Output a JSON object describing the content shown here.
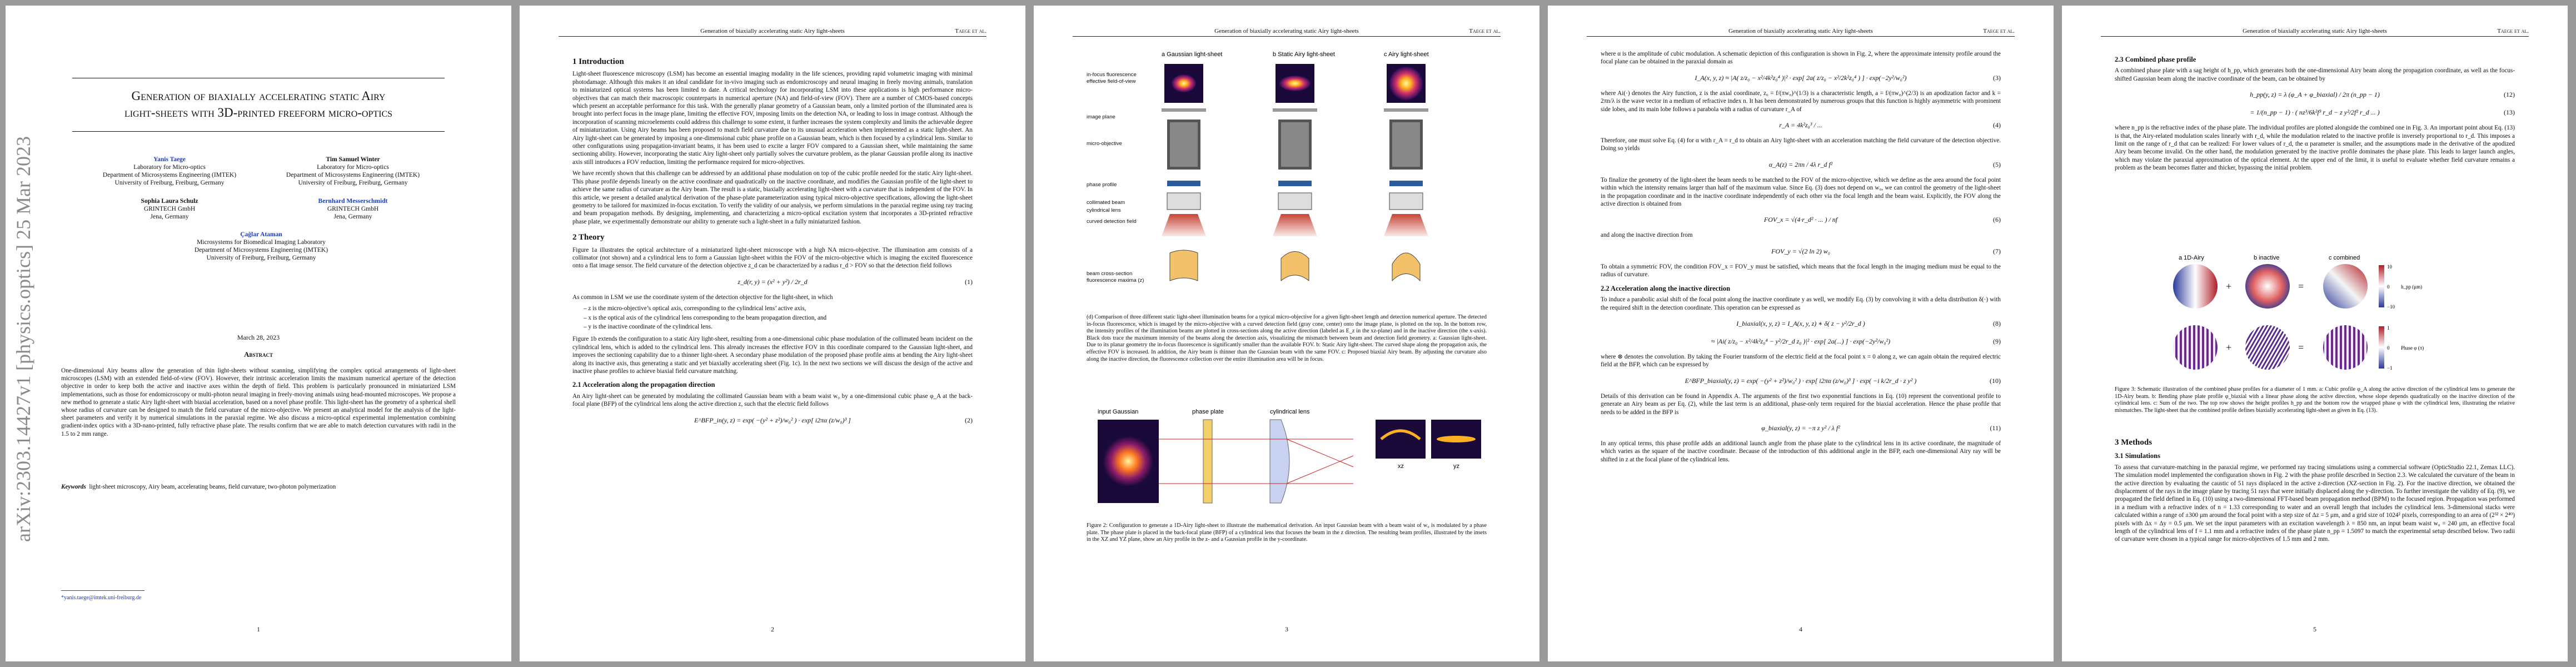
{
  "running_head": {
    "title": "Generation of biaxially accelerating static Airy light-sheets",
    "authors": "Taege et al."
  },
  "page1": {
    "arxiv_stamp": "arXiv:2303.14427v1  [physics.optics]  25 Mar 2023",
    "title_line1": "Generation of biaxially accelerating static Airy",
    "title_line2": "light-sheets with 3D-printed freeform micro-optics",
    "authors": [
      {
        "name": "Yanis Taege",
        "lines": [
          "Laboratory for Micro-optics",
          "Department of Microsystems Engineering (IMTEK)",
          "University of Freiburg, Freiburg, Germany"
        ]
      },
      {
        "name": "Tim Samuel Winter",
        "lines": [
          "Laboratory for Micro-optics",
          "Department of Microsystems Engineering (IMTEK)",
          "University of Freiburg, Freiburg, Germany"
        ]
      },
      {
        "name": "Sophia Laura Schulz",
        "lines": [
          "GRINTECH GmbH",
          "Jena, Germany"
        ]
      },
      {
        "name": "Bernhard Messerschmidt",
        "lines": [
          "GRINTECH GmbH",
          "Jena, Germany"
        ]
      },
      {
        "name": "Çağlar Ataman",
        "lines": [
          "Microsystems for Biomedical Imaging Laboratory",
          "Department of Microsystems Engineering (IMTEK)",
          "University of Freiburg, Freiburg, Germany"
        ]
      }
    ],
    "date": "March 28, 2023",
    "abstract_heading": "Abstract",
    "abstract": "One-dimensional Airy beams allow the generation of thin light-sheets without scanning, simplifying the complex optical arrangements of light-sheet microscopes (LSM) with an extended field-of-view (FOV). However, their intrinsic acceleration limits the maximum numerical aperture of the detection objective in order to keep both the active and inactive axes within the depth of field. This problem is particularly pronounced in miniaturized LSM implementations, such as those for endomicroscopy or multi-photon neural imaging in freely-moving animals using head-mounted microscopes. We propose a new method to generate a static Airy light-sheet with biaxial acceleration, based on a novel phase profile. This light-sheet has the geometry of a spherical shell whose radius of curvature can be designed to match the field curvature of the micro-objective. We present an analytical model for the analysis of the light-sheet parameters and verify it by numerical simulations in the paraxial regime. We also discuss a micro-optical experimental implementation combining gradient-index optics with a 3D-nano-printed, fully refractive phase plate. The results confirm that we are able to match detection curvatures with radii in the 1.5 to 2 mm range.",
    "keywords_label": "Keywords",
    "keywords": "light-sheet microscopy, Airy beam, accelerating beams, field curvature, two-photon polymerization",
    "footnote": "*yanis.taege@imtek.uni-freiburg.de",
    "page_number": "1"
  },
  "page2": {
    "h_intro": "1   Introduction",
    "intro_p1": "Light-sheet fluorescence microscopy (LSM) has become an essential imaging modality in the life sciences, providing rapid volumetric imaging with minimal photodamage. Although this makes it an ideal candidate for in-vivo imaging such as endomicroscopy and neural imaging in freely moving animals, translation to miniaturized optical systems has been limited to date. A critical technology for incorporating LSM into these applications is high performance micro-objectives that can match their macroscopic counterparts in numerical aperture (NA) and field-of-view (FOV). There are a number of CMOS-based concepts which present an acceptable performance for this task. With the generally planar geometry of a Gaussian beam, only a limited portion of the illuminated area is brought into perfect focus in the image plane, limiting the effective FOV, imposing limits on the detection NA, or leading to loss in image contrast. Although the incorporation of scanning microelements could address this challenge to some extent, it further increases the system complexity and limits the achievable degree of miniaturization. Using Airy beams has been proposed to match field curvature due to its unusual acceleration when implemented as a static light-sheet. An Airy light-sheet can be generated by imposing a one-dimensional cubic phase profile on a Gaussian beam, which is then focused by a cylindrical lens. Similar to other configurations using propagation-invariant beams, it has been used to excite a larger FOV compared to a Gaussian sheet, while maintaining the same sectioning ability. However, incorporating the static Airy light-sheet only partially solves the curvature problem, as the planar Gaussian profile along its inactive axis still introduces a FOV reduction, limiting the performance required for micro-objectives.",
    "intro_p2": "We have recently shown that this challenge can be addressed by an additional phase modulation on top of the cubic profile needed for the static Airy light-sheet. This phase profile depends linearly on the active coordinate and quadratically on the inactive coordinate, and modifies the Gaussian profile of the light-sheet to achieve the same radius of curvature as the Airy beam. The result is a static, biaxially accelerating light-sheet with a curvature that is independent of the FOV. In this article, we present a detailed analytical derivation of the phase-plate parameterization using typical micro-objective specifications, allowing the light-sheet geometry to be tailored for maximized in-focus excitation. To verify the validity of our analysis, we perform simulations in the paraxial regime using ray tracing and beam propagation methods. By designing, implementing, and characterizing a micro-optical excitation system that incorporates a 3D-printed refractive phase plate, we experimentally demonstrate our ability to generate such a light-sheet in a fully miniaturized fashion.",
    "h_theory": "2   Theory",
    "theory_p1": "Figure 1a illustrates the optical architecture of a miniaturized light-sheet microscope with a high NA micro-objective. The illumination arm consists of a collimator (not shown) and a cylindrical lens to form a Gaussian light-sheet within the FOV of the micro-objective which is imaging the excited fluorescence onto a flat image sensor. The field curvature of the detection objective z_d can be characterized by a radius r_d > FOV so that the detection field follows",
    "eq1": "z_d(r, y) = (x² + y²) / 2r_d",
    "eq1_n": "(1)",
    "theory_p2": "As common in LSM we use the coordinate system of the detection objective for the light-sheet, in which",
    "bullets": [
      "– z is the micro-objective’s optical axis, corresponding to the cylindrical lens’ active axis,",
      "– x is the optical axis of the cylindrical lens corresponding to the beam propagation direction, and",
      "– y is the inactive coordinate of the cylindrical lens."
    ],
    "theory_p3": "Figure 1b extends the configuration to a static Airy light-sheet, resulting from a one-dimensional cubic phase modulation of the collimated beam incident on the cylindrical lens, which is added to the cylindrical lens. This already increases the effective FOV in this coordinate compared to the Gaussian light-sheet, and improves the sectioning capability due to a thinner light-sheet. A secondary phase modulation of the proposed phase profile aims at bending the Airy light-sheet along its inactive axis, thus generating a static and yet biaxially accelerating sheet (Fig. 1c). In the next two sections we will discuss the design of the active and inactive phase profiles to achieve biaxial field curvature matching.",
    "h_21": "2.1   Acceleration along the propagation direction",
    "s21_p1": "An Airy light-sheet can be generated by modulating the collimated Gaussian beam with a beam waist w₀ by a one-dimensional cubic phase φ_A at the back-focal plane (BFP) of the cylindrical lens along the active direction z, such that the electric field follows",
    "eq2": "E^BFP_in(y, z) = exp( −(y² + z²)/w₀² ) · exp[ i2πα (z/w₀)³ ]",
    "eq2_n": "(2)",
    "page_number": "2"
  },
  "page3": {
    "fig1_panel_a": "a  Gaussian light-sheet",
    "fig1_panel_b": "b  Static Airy light-sheet",
    "fig1_panel_c": "c  Airy light-sheet",
    "fig1_labels": [
      "in-focus fluorescence",
      "effective field-of-view",
      "image plane",
      "micro-objective",
      "phase profile",
      "collimated beam",
      "cylindrical lens",
      "curved detection field",
      "beam cross-section",
      "fluorescence maxima (z)"
    ],
    "fig1_caption": "(d) Comparison of three different static light-sheet illumination beams for a typical micro-objective for a given light-sheet length and detection numerical aperture. The detected in-focus fluorescence, which is imaged by the micro-objective with a curved detection field (gray cone, center) onto the image plane, is plotted on the top. In the bottom row, the intensity profiles of the illumination beams are plotted in cross-sections along the active direction (labeled as E_z in the xz-plane) and in the inactive direction (the x-axis). Black dots trace the maximum intensity of the beams along the detection axis, visualizing the mismatch between beam and detection field geometry. a: Gaussian light-sheet. Due to its planar geometry the in-focus fluorescence is significantly smaller than the available FOV. b: Static Airy light-sheet. The curved shape along the propagation axis, the effective FOV is increased. In addition, the Airy beam is thinner than the Gaussian beam with the same FOV. c: Proposed biaxial Airy beam. By adjusting the curvature also along the inactive direction, the fluorescence collection over the entire illumination area will be in focus.",
    "fig2_labels": [
      "input Gaussian",
      "phase plate",
      "cylindrical lens",
      "xz",
      "yz"
    ],
    "fig2_caption": "Figure 2: Configuration to generate a 1D-Airy light-sheet to illustrate the mathematical derivation. An input Gaussian beam with a beam waist of w₀ is modulated by a phase plate. The phase plate is placed in the back-focal plane (BFP) of a cylindrical lens that focuses the beam in the z direction. The resulting beam profiles, illustrated by the insets in the XZ and YZ plane, show an Airy profile in the z- and a Gaussian profile in the y-coordinate.",
    "page_number": "3"
  },
  "page4": {
    "p1": "where α is the amplitude of cubic modulation. A schematic depiction of this configuration is shown in Fig. 2, where the approximate intensity profile around the focal plane can be obtained in the paraxial domain as",
    "eq3": "I_A(x, y, z) ≈ |A( z/z₀ − x²/4k²z₀⁴ )|² · exp[ 2a( z/z₀ − x²/2k²z₀⁴ ) ] · exp(−2y²/w₀²)",
    "eq3_n": "(3)",
    "p2": "where Ai(·) denotes the Airy function, z is the axial coordinate, z₀ = f/(πw₀)^(1/3) is a characteristic length, a = f/(πw₀)^(2/3) is an apodization factor and k = 2πn/λ is the wave vector in a medium of refractive index n. It has been demonstrated by numerous groups that this function is highly asymmetric with prominent side lobes, and its main lobe follows a parabola with a radius of curvature r_A of",
    "eq4": "r_A = 4k²z₀³ / ... ",
    "eq4_n": "(4)",
    "p3": "Therefore, one must solve Eq. (4) for α with r_A = r_d to obtain an Airy light-sheet with an acceleration matching the field curvature of the detection objective. Doing so yields",
    "eq5": "α_A(z) = 2πn / 4λ r_d f²",
    "eq5_n": "(5)",
    "p4": "To finalize the geometry of the light-sheet the beam needs to be matched to the FOV of the micro-objective, which we define as the area around the focal point within which the intensity remains larger than half of the maximum value. Since Eq. (3) does not depend on w₀, we can control the geometry of the light-sheet in the propagation coordinate and in the inactive coordinate independently of each other via the focal length and the beam waist. Explicitly, the FOV along the active direction is obtained from",
    "eq6": "FOV_x = √(4·r_d² · ... ) / nf",
    "eq6_n": "(6)",
    "p5": "and along the inactive direction from",
    "eq7": "FOV_y = √(2 ln 2) w₀",
    "eq7_n": "(7)",
    "p6": "To obtain a symmetric FOV, the condition FOV_x = FOV_y must be satisfied, which means that the focal length in the imaging medium must be equal to the radius of curvature.",
    "h_22": "2.2   Acceleration along the inactive direction",
    "p7": "To induce a parabolic axial shift of the focal point along the inactive coordinate y as well, we modify Eq. (3) by convolving it with a delta distribution δ(·) with the required shift in the detection coordinate. This operation can be expressed as",
    "eq8": "I_biaxial(x, y, z) = I_A(x, y, z) ∗ δ( z − y²/2r_d )",
    "eq8_n": "(8)",
    "eq9": "≈ |Ai( z/z₀ − x²/4k²z₀⁴ − y²/2r_d z₀ )|² · exp[ 2a(...) ] · exp(−2y²/w₀²)",
    "eq9_n": "(9)",
    "p8": "where ⊗ denotes the convolution. By taking the Fourier transform of the electric field at the focal point x = 0 along z, we can again obtain the required electric field at the BFP, which can be expressed by",
    "eq10": "E^BFP_biaxial(y, z) = exp( −(y² + z²)/w₀² ) · exp[ i2πα (z/w₀)³ ] · exp( −i k/2r_d · z y² )",
    "eq10_n": "(10)",
    "p9": "Details of this derivation can be found in Appendix A. The arguments of the first two exponential functions in Eq. (10) represent the conventional profile to generate an Airy beam as per Eq. (2), while the last term is an additional, phase-only term required for the biaxial acceleration. Hence the phase profile that needs to be added in the BFP is",
    "eq11": "φ_biaxial(y, z) = −π z y² / λ f²",
    "eq11_n": "(11)",
    "p10": "In any optical terms, this phase profile adds an additional launch angle from the phase plate to the cylindrical lens in its active coordinate, the magnitude of which varies as the square of the inactive coordinate. Because of the introduction of this additional angle in the BFP, each one-dimensional Airy ray will be shifted in z at the focal plane of the cylindrical lens.",
    "page_number": "4"
  },
  "page5": {
    "h_23": "2.3   Combined phase profile",
    "p1": "A combined phase plate with a sag height of h_pp, which generates both the one-dimensional Airy beam along the propagation coordinate, as well as the focus-shifted Gaussian beam along the inactive coordinate of the beam, can be obtained by",
    "eq12": "h_pp(y, z) = λ (φ_A + φ_biaxial) / 2π (n_pp − 1)",
    "eq12_n": "(12)",
    "eq13": "= 1/(n_pp − 1) · ( nz³/6k²f³ r_d − z y²/2f² r_d ... )",
    "eq13_n": "(13)",
    "p2": "where n_pp is the refractive index of the phase plate. The individual profiles are plotted alongside the combined one in Fig. 3. An important point about Eq. (13) is that, the Airy-related modulation scales linearly with r_d, while the modulation related to the inactive profile is inversely proportional to r_d. This imposes a limit on the range of r_d that can be realized: For lower values of r_d, the α parameter is smaller, and the assumptions made in the derivative of the apodized Airy beam become invalid. On the other hand, the modulation generated by the inactive profile dominates the phase plate. This leads to larger launch angles, which may violate the paraxial approximation of the optical element. At the upper end of the limit, it is useful to evaluate whether field curvature remains a problem as the beam becomes flatter and thicker, bypassing the initial problem.",
    "fig3_titles": [
      "a  1D-Airy",
      "b  inactive",
      "c  combined"
    ],
    "fig3_cbar_top": [
      "10",
      "0",
      "−10"
    ],
    "fig3_cbar_bottom": [
      "1",
      "0",
      "−1"
    ],
    "fig3_cbar_label_top": "h_pp (μm)",
    "fig3_cbar_label_bottom": "Phase φ (π)",
    "fig3_caption": "Figure 3: Schematic illustration of the combined phase profiles for a diameter of 1 mm. a: Cubic profile φ_A along the active direction of the cylindrical lens to generate the 1D-Airy beam. b: Bending phase plate profile φ_biaxial with a linear phase along the active direction, whose slope depends quadratically on the inactive direction of the cylindrical lens. c: Sum of the two. The top row shows the height profiles h_pp and the bottom row the wrapped phase φ with the cylindrical lens, illustrating the relative mismatches. The light-sheet that the combined profile defines biaxially accelerating light-sheet as given in Eq. (13).",
    "h_3": "3   Methods",
    "h_31": "3.1   Simulations",
    "p3": "To assess that curvature-matching in the paraxial regime, we performed ray tracing simulations using a commercial software (OpticStudio 22.1, Zemax LLC). The simulation model implemented the configuration shown in Fig. 2 with the phase profile described in Section 2.3. We calculated the curvature of the beam in the active direction by evaluating the caustic of 51 rays displaced in the active z-direction (XZ-section in Fig. 2). For the inactive direction, we obtained the displacement of the rays in the image plane by tracing 51 rays that were initially displaced along the y-direction. To further investigate the validity of Eq. (9), we propagated the field defined in Eq. (10) using a two-dimensional FFT-based beam propagation method (BPM) to the focused region. Propagation was performed in a medium with a refractive index of n = 1.33 corresponding to water and an overall length that includes the cylindrical lens. 3-dimensional stacks were calculated within a range of ±300 μm around the focal point with a step size of Δz = 5 μm, and a grid size of 1024² pixels, corresponding to an area of (2³² × 2⁴⁰) pixels with Δx = Δy = 0.5 μm. We set the input parameters with an excitation wavelength λ = 850 nm, an input beam waist w₀ = 240 μm, an effective focal length of the cylindrical lens of f = 1.1 mm and a refractive index of the phase plate n_pp = 1.5097 to match the experimental setup described below. Two radii of curvature were chosen in a typical range for micro-objectives of 1.5 mm and 2 mm.",
    "page_number": "5"
  }
}
